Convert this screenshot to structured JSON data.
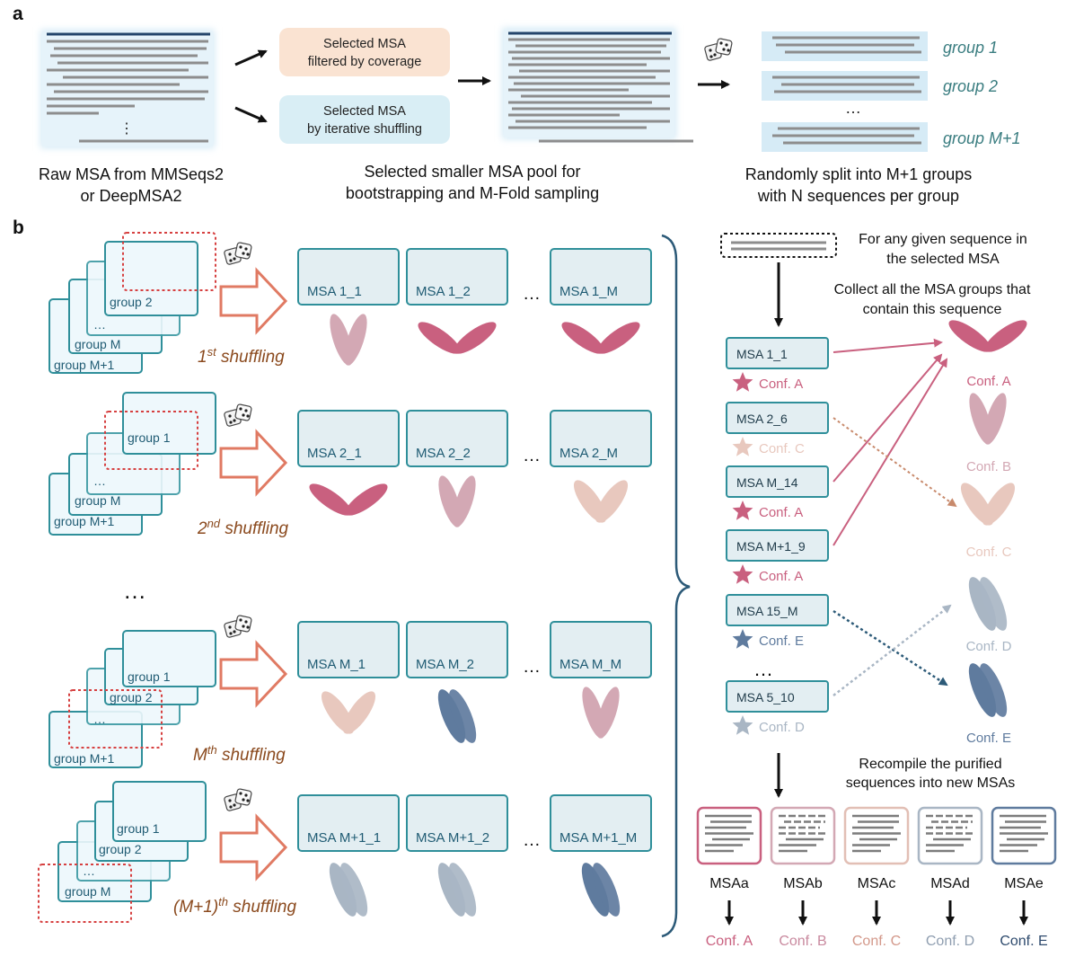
{
  "panel_a": {
    "label": "a",
    "raw_msa_caption_line1": "Raw MSA from MMSeqs2",
    "raw_msa_caption_line2": "or DeepMSA2",
    "coverage_box_line1": "Selected MSA",
    "coverage_box_line2": "filtered by coverage",
    "shuffle_box_line1": "Selected MSA",
    "shuffle_box_line2": "by iterative shuffling",
    "pool_caption_line1": "Selected smaller MSA pool for",
    "pool_caption_line2": "bootstrapping and M-Fold sampling",
    "split_caption_line1": "Randomly split into M+1 groups",
    "split_caption_line2": "with N sequences per group",
    "groups": [
      "group 1",
      "group 2",
      "group M+1"
    ],
    "ellipsis": "…",
    "vertical_ellipsis": "⋮"
  },
  "panel_b": {
    "label": "b",
    "ellipsis": "…",
    "rounds": [
      {
        "stack_labels": [
          "group 2",
          "…",
          "group M",
          "group M+1"
        ],
        "shuffle_label": "1st shuffling",
        "shuffle_base": "1",
        "shuffle_sup": "st",
        "shuffle_word": " shuffling",
        "msas": [
          "MSA 1_1",
          "MSA 1_2",
          "MSA 1_M"
        ],
        "glyph_confs": [
          "B",
          "A",
          "A"
        ]
      },
      {
        "stack_labels": [
          "group 1",
          "…",
          "group M",
          "group M+1"
        ],
        "shuffle_base": "2",
        "shuffle_sup": "nd",
        "shuffle_word": " shuffling",
        "msas": [
          "MSA 2_1",
          "MSA 2_2",
          "MSA 2_M"
        ],
        "glyph_confs": [
          "A",
          "B",
          "C"
        ]
      },
      {
        "stack_labels": [
          "group 1",
          "group 2",
          "…",
          "group M+1"
        ],
        "shuffle_base": "M",
        "shuffle_sup": "th",
        "shuffle_word": " shuffling",
        "msas": [
          "MSA M_1",
          "MSA M_2",
          "MSA M_M"
        ],
        "glyph_confs": [
          "C",
          "E",
          "B"
        ]
      },
      {
        "stack_labels": [
          "group 1",
          "group 2",
          "…",
          "group M"
        ],
        "shuffle_base": "(M+1)",
        "shuffle_sup": "th",
        "shuffle_word": " shuffling",
        "msas": [
          "MSA M+1_1",
          "MSA M+1_2",
          "MSA M+1_M"
        ],
        "glyph_confs": [
          "D",
          "D",
          "E"
        ]
      }
    ],
    "right": {
      "sequence_note_line1": "For any given sequence in",
      "sequence_note_line2": "the selected MSA",
      "collect_note_line1": "Collect all the MSA groups that",
      "collect_note_line2": "contain this sequence",
      "recompile_line1": "Recompile the purified",
      "recompile_line2": "sequences into new MSAs",
      "groups": [
        {
          "msa": "MSA 1_1",
          "conf": "Conf. A"
        },
        {
          "msa": "MSA 2_6",
          "conf": "Conf. C"
        },
        {
          "msa": "MSA M_14",
          "conf": "Conf. A"
        },
        {
          "msa": "MSA M+1_9",
          "conf": "Conf. A"
        },
        {
          "msa": "MSA 15_M",
          "conf": "Conf. E"
        },
        {
          "msa": "MSA 5_10",
          "conf": "Conf. D"
        }
      ],
      "conformations": [
        "Conf. A",
        "Conf. B",
        "Conf. C",
        "Conf. D",
        "Conf. E"
      ],
      "new_msas": [
        "MSAa",
        "MSAb",
        "MSAc",
        "MSAd",
        "MSAe"
      ],
      "final_confs": [
        "Conf. A",
        "Conf. B",
        "Conf. C",
        "Conf. D",
        "Conf. E"
      ]
    }
  },
  "colors": {
    "A": "#c9607f",
    "B": "#d3a8b4",
    "C": "#e8c8be",
    "D": "#a9b6c4",
    "E": "#5f7b9e",
    "teal": "#2f8f9a",
    "salmon": "#e07a63",
    "shuffle_text": "#8b4a1e",
    "group_text": "#3a7d80"
  }
}
